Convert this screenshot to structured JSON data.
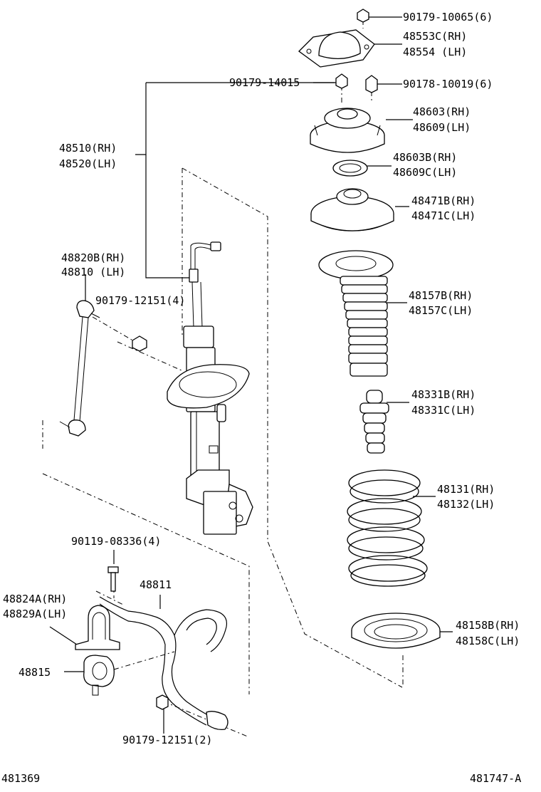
{
  "labels": {
    "nut_top": "90179-10065(6)",
    "mount_cover_rh": "48553C(RH)",
    "mount_cover_lh": "48554  (LH)",
    "nut_14015": "90179-14015",
    "nut_10019": "90178-10019(6)",
    "support_rh": "48603(RH)",
    "support_lh": "48609(LH)",
    "bearing_rh": "48603B(RH)",
    "bearing_lh": "48609C(LH)",
    "insulator_rh": "48471B(RH)",
    "insulator_lh": "48471C(LH)",
    "strut_rh": "48510(RH)",
    "strut_lh": "48520(LH)",
    "link_rh": "48820B(RH)",
    "link_lh": "48810  (LH)",
    "nut_12151_4": "90179-12151(4)",
    "boot_rh": "48157B(RH)",
    "boot_lh": "48157C(LH)",
    "bumper_rh": "48331B(RH)",
    "bumper_lh": "48331C(LH)",
    "spring_rh": "48131(RH)",
    "spring_lh": "48132(LH)",
    "bolt_08336": "90119-08336(4)",
    "stabilizer_bar": "48811",
    "bracket_rh": "48824A(RH)",
    "bracket_lh": "48829A(LH)",
    "bushing": "48815",
    "spring_insulator_rh": "48158B(RH)",
    "spring_insulator_lh": "48158C(LH)",
    "nut_12151_2": "90179-12151(2)",
    "footer_left": "481369",
    "footer_right": "481747-A"
  }
}
